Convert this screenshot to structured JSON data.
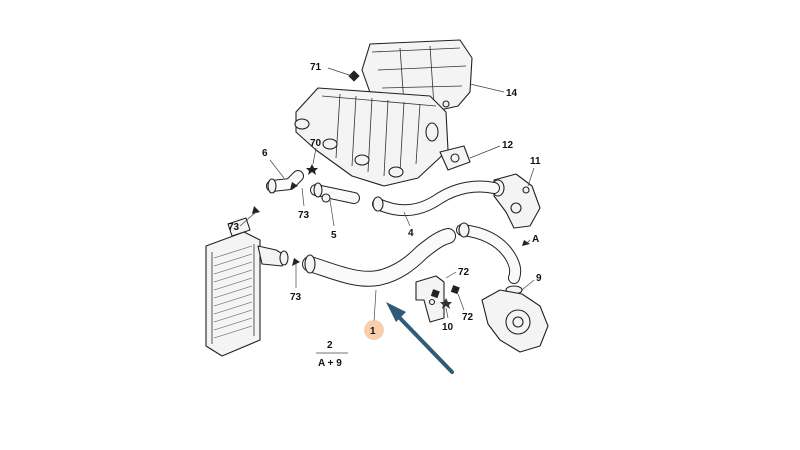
{
  "callouts": {
    "c71": "71",
    "c14": "14",
    "c70": "70",
    "c6": "6",
    "c12": "12",
    "c11": "11",
    "c73a": "73",
    "c73b": "73",
    "c73c": "73",
    "c5": "5",
    "c4": "4",
    "cA": "A",
    "c72a": "72",
    "c72b": "72",
    "c9": "9",
    "c10": "10",
    "c1": "1",
    "c2": "2",
    "cA9": "A + 9"
  },
  "colors": {
    "highlight_arrow": "#2f5a78",
    "highlight_circle": "#f6c79e",
    "line": "#222222"
  }
}
